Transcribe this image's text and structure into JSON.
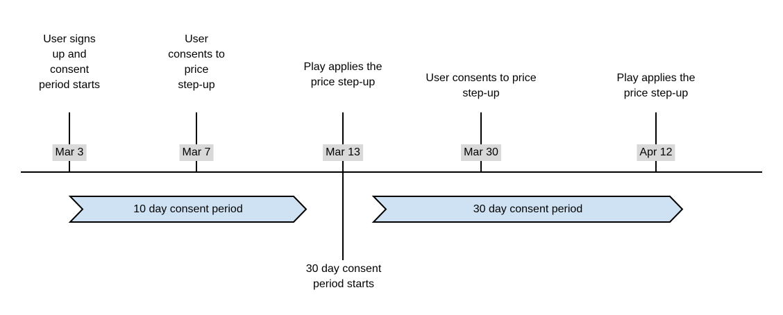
{
  "colors": {
    "background": "#ffffff",
    "line": "#000000",
    "text": "#000000",
    "date_chip_bg": "#d9d9d9",
    "banner_fill": "#cfe2f3",
    "banner_border": "#000000"
  },
  "timeline": {
    "events": [
      {
        "date": "Mar 3",
        "label": "User signs\nup and\nconsent\nperiod starts"
      },
      {
        "date": "Mar 7",
        "label": "User\nconsents to\nprice\nstep-up"
      },
      {
        "date": "Mar 13",
        "label": "Play applies the\nprice step-up",
        "below_label": "30 day consent\nperiod starts"
      },
      {
        "date": "Mar 30",
        "label": "User consents to price\nstep-up"
      },
      {
        "date": "Apr 12",
        "label": "Play applies the\nprice step-up"
      }
    ],
    "periods": [
      {
        "label": "10 day consent period"
      },
      {
        "label": "30 day consent period"
      }
    ]
  }
}
